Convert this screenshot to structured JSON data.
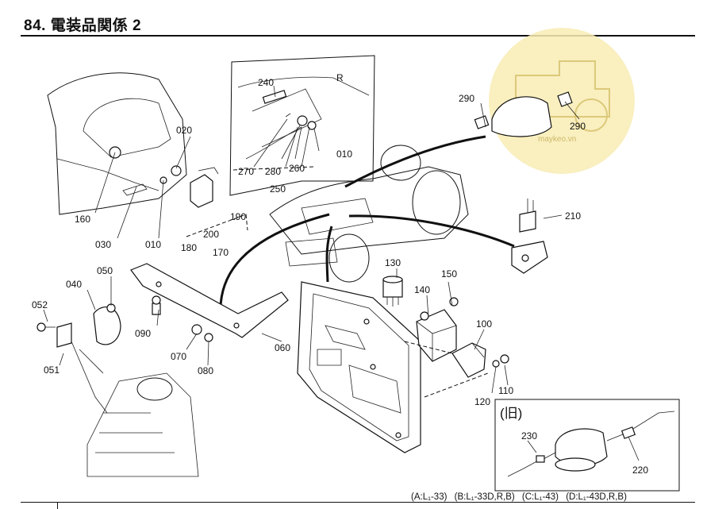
{
  "header": {
    "title": "84. 電装品関係 2"
  },
  "inset": {
    "r_label": "R",
    "old_label": "(旧)"
  },
  "watermark": {
    "text": "maykeo.vn",
    "color": "#f7e7a6"
  },
  "callouts": {
    "c240": "240",
    "c270": "270",
    "c280": "280",
    "c260": "260",
    "c250": "250",
    "c010a": "010",
    "c020": "020",
    "c160": "160",
    "c030": "030",
    "c010b": "010",
    "c180": "180",
    "c200": "200",
    "c190": "190",
    "c170": "170",
    "c290a": "290",
    "c290b": "290",
    "c210": "210",
    "c050": "050",
    "c040": "040",
    "c052": "052",
    "c051": "051",
    "c090": "090",
    "c070": "070",
    "c080": "080",
    "c060": "060",
    "c130": "130",
    "c140": "140",
    "c150": "150",
    "c100": "100",
    "c120": "120",
    "c110": "110",
    "c230": "230",
    "c220": "220"
  },
  "footer": {
    "a": "(A:L₁-33)",
    "b": "(B:L₁-33D,R,B)",
    "c": "(C:L₁-43)",
    "d": "(D:L₁-43D,R,B)"
  }
}
